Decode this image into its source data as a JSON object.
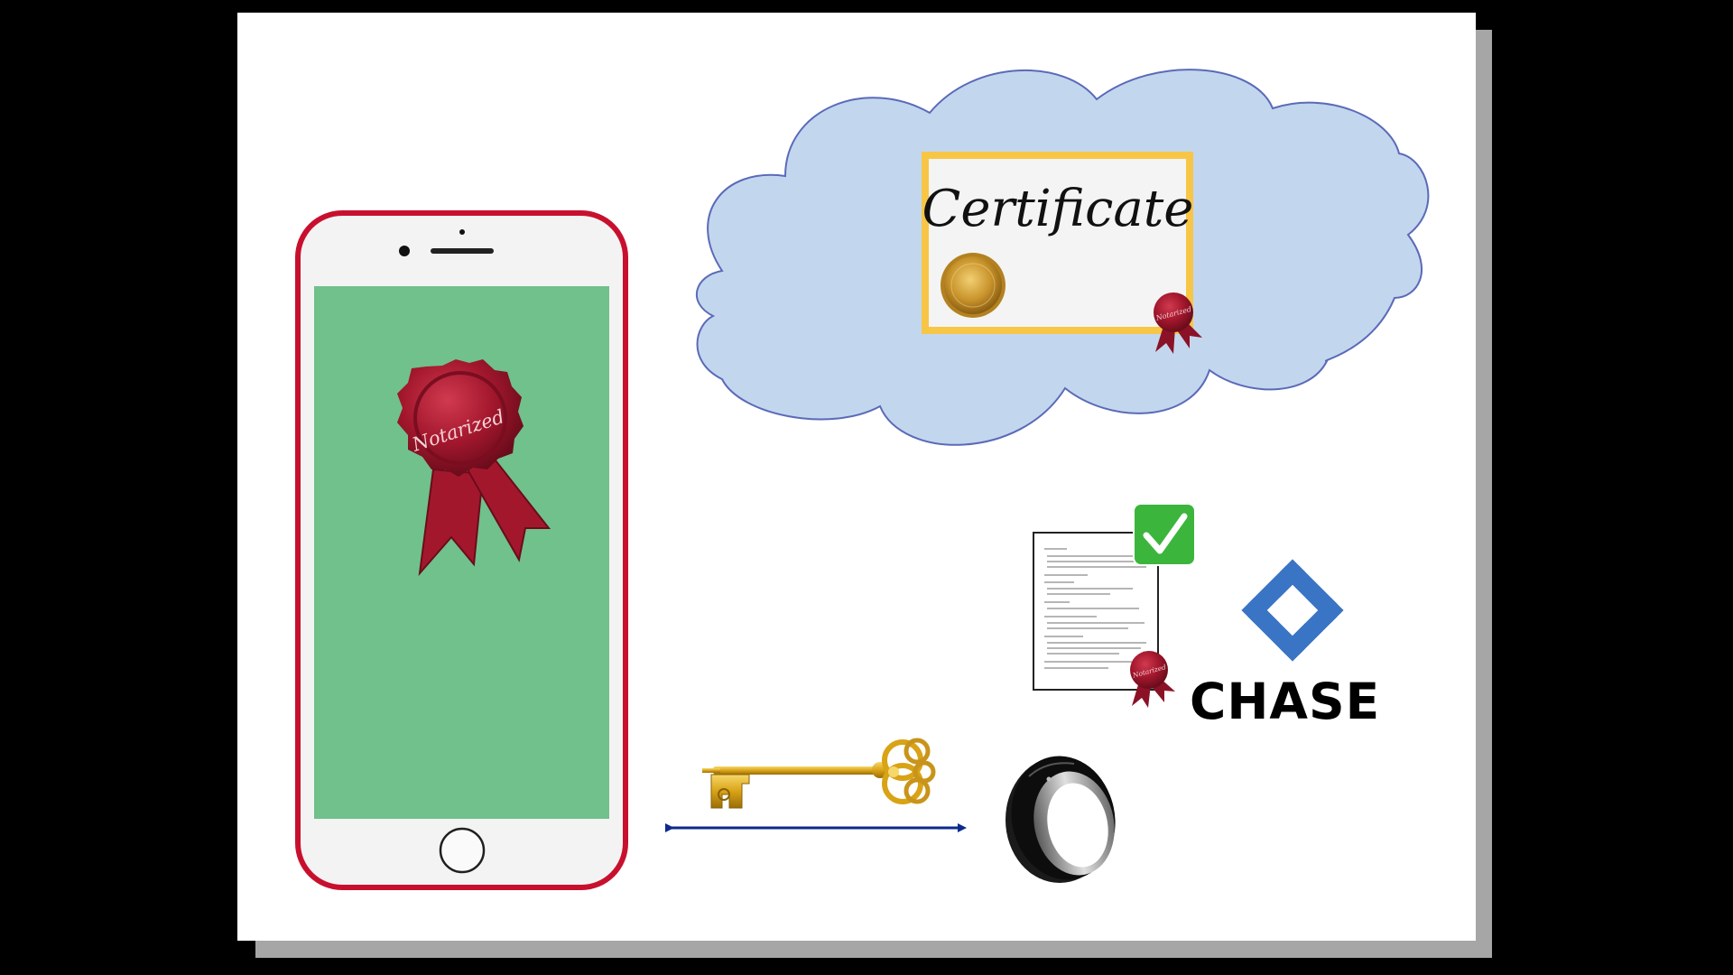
{
  "cloud": {
    "certificate": {
      "title": "Certificate",
      "seal_label": "Notarized"
    }
  },
  "phone": {
    "screen_seal_label": "Notarized"
  },
  "document": {
    "seal_label": "Notarized"
  },
  "bank": {
    "name": "CHASE"
  },
  "colors": {
    "cloud_fill": "#c2d7ee",
    "cloud_stroke": "#5b6ab8",
    "phone_body": "#c8102e",
    "phone_screen": "#70c18c",
    "seal": "#a3172d",
    "gold": "#d9a316",
    "chase_blue": "#3a74c5",
    "arrow": "#0d2a8c",
    "check_green": "#3cb53c"
  }
}
